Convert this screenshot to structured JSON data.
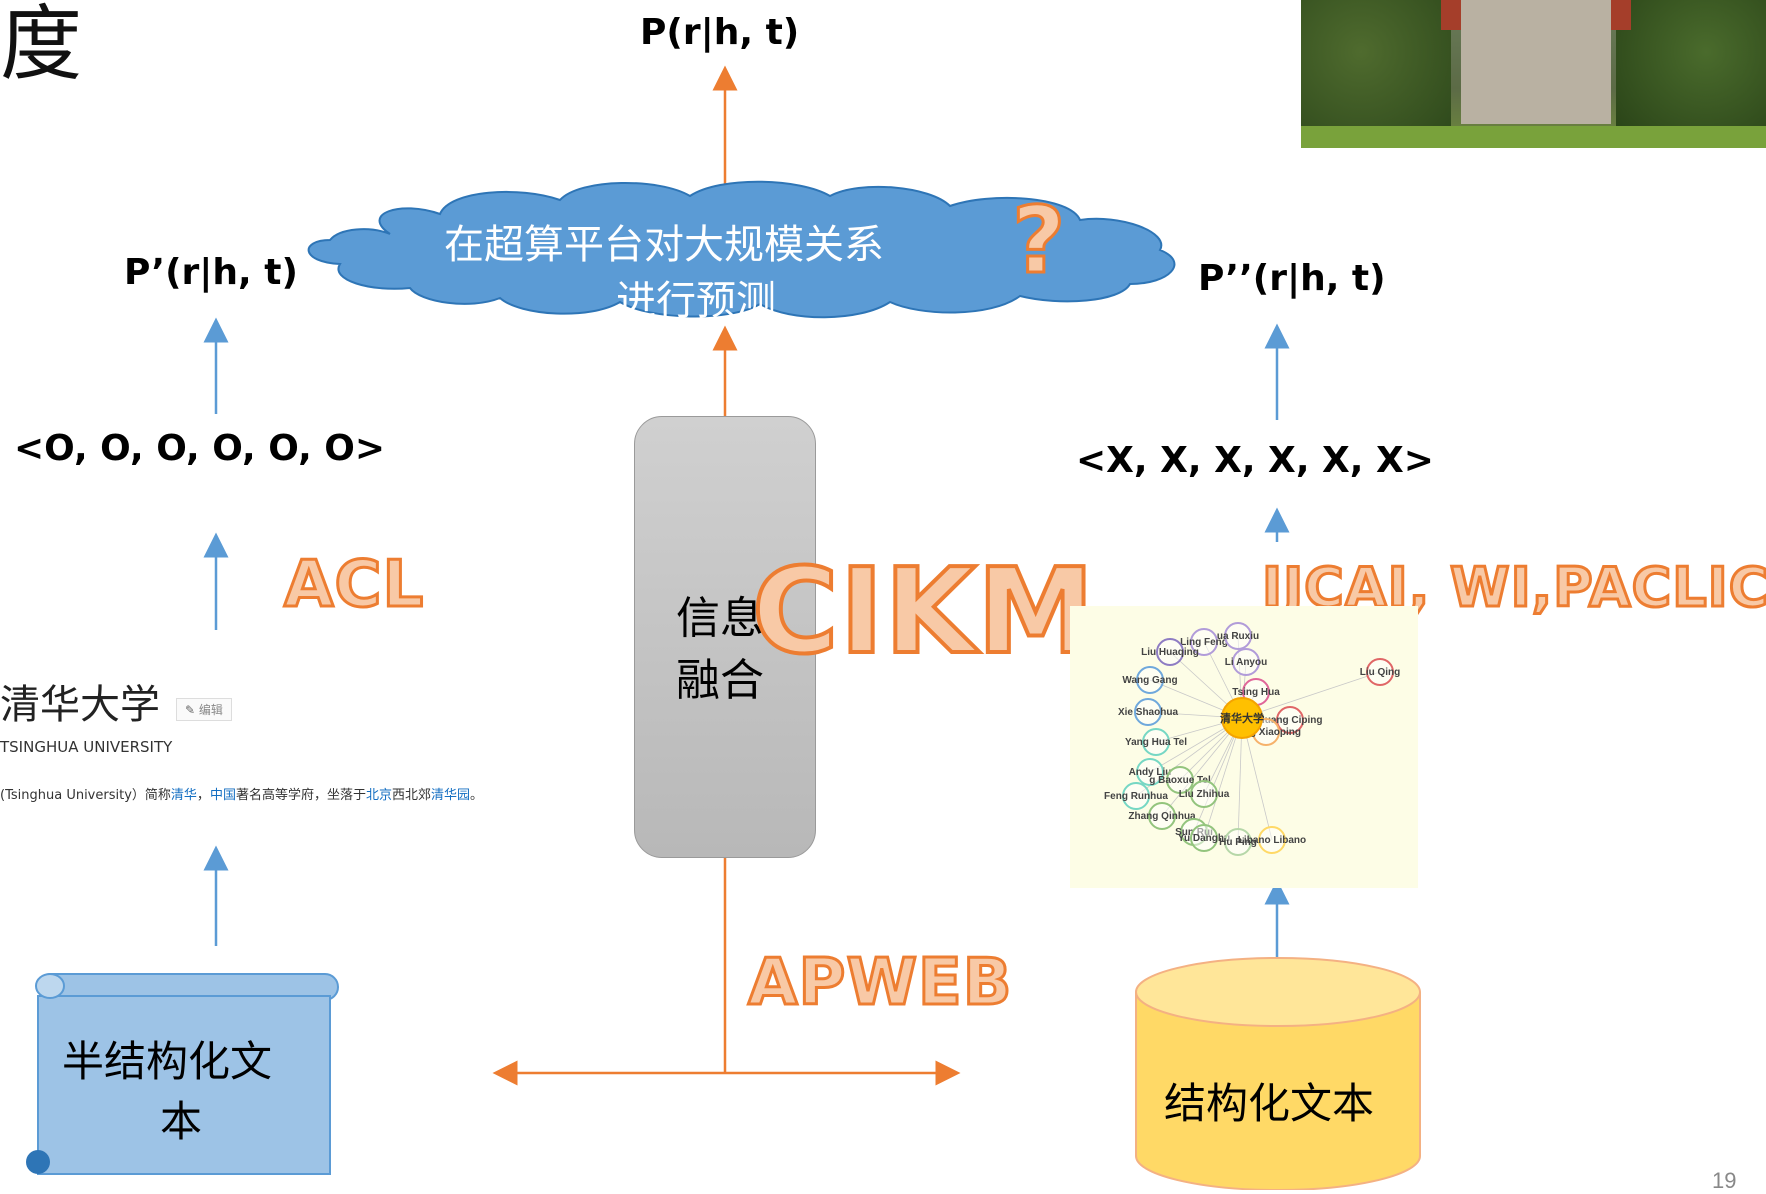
{
  "title_fragment": "度",
  "top_formula": "P(r|h, t)",
  "left_formula": "P’(r|h, t)",
  "right_formula": "P’’(r|h, t)",
  "left_vector": "<O, O, O, O, O, O>",
  "right_vector": "<X, X, X, X, X, X>",
  "cloud": {
    "line1": "在超算平台对大规模关系",
    "line2": "进行预测",
    "question": "?"
  },
  "fusion": {
    "line1": "信息",
    "line2": "融合"
  },
  "venues": {
    "acl": "ACL",
    "cikm": "CIKM",
    "ijcai": "IJCAI, WI,PACLIC",
    "apweb": "APWEB"
  },
  "baike": {
    "title": "清华大学",
    "edit": "编辑",
    "subtitle": "TSINGHUA UNIVERSITY",
    "line_parts": [
      {
        "t": "(Tsinghua University）简称",
        "link": false
      },
      {
        "t": "清华",
        "link": true
      },
      {
        "t": "，",
        "link": false
      },
      {
        "t": "中国",
        "link": true
      },
      {
        "t": "著名高等学府，坐落于",
        "link": false
      },
      {
        "t": "北京",
        "link": true
      },
      {
        "t": "西北郊",
        "link": false
      },
      {
        "t": "清华园",
        "link": true
      },
      {
        "t": "。",
        "link": false
      }
    ]
  },
  "semi_doc": {
    "line1": "半结构化文",
    "line2": "本"
  },
  "structured_doc": {
    "label": "结构化文本"
  },
  "page_number": "19",
  "graph": {
    "center_label": "清华大学",
    "nodes": [
      {
        "label": "Ling Feng",
        "color": "#b19cd9"
      },
      {
        "label": "ua Ruxiu",
        "color": "#b19cd9"
      },
      {
        "label": "Liu Huaqing",
        "color": "#8e7cc3"
      },
      {
        "label": "Li Anyou",
        "color": "#b19cd9"
      },
      {
        "label": "Wang Gang",
        "color": "#6fa8dc"
      },
      {
        "label": "Liu Qing",
        "color": "#e06666"
      },
      {
        "label": "Tsing Hua",
        "color": "#e06699"
      },
      {
        "label": "Xie Shaohua",
        "color": "#6fa8dc"
      },
      {
        "label": "Huang Ciping",
        "color": "#e06666"
      },
      {
        "label": "Deng Xiaoping",
        "color": "#f6b26b"
      },
      {
        "label": "Yang Hua Tel",
        "color": "#76d7c4"
      },
      {
        "label": "Andy Liu",
        "color": "#76d7c4"
      },
      {
        "label": "g Baoxue Tel",
        "color": "#93c47d"
      },
      {
        "label": "Feng Runhua",
        "color": "#76d7c4"
      },
      {
        "label": "Liu Zhihua",
        "color": "#93c47d"
      },
      {
        "label": "Zhang Qinhua",
        "color": "#93c47d"
      },
      {
        "label": "Sun Rui",
        "color": "#93c47d"
      },
      {
        "label": "Yu Danghu",
        "color": "#93c47d"
      },
      {
        "label": "Hu Ping",
        "color": "#b6d7a8"
      },
      {
        "label": "Libano Libano",
        "color": "#ffd966"
      }
    ]
  }
}
